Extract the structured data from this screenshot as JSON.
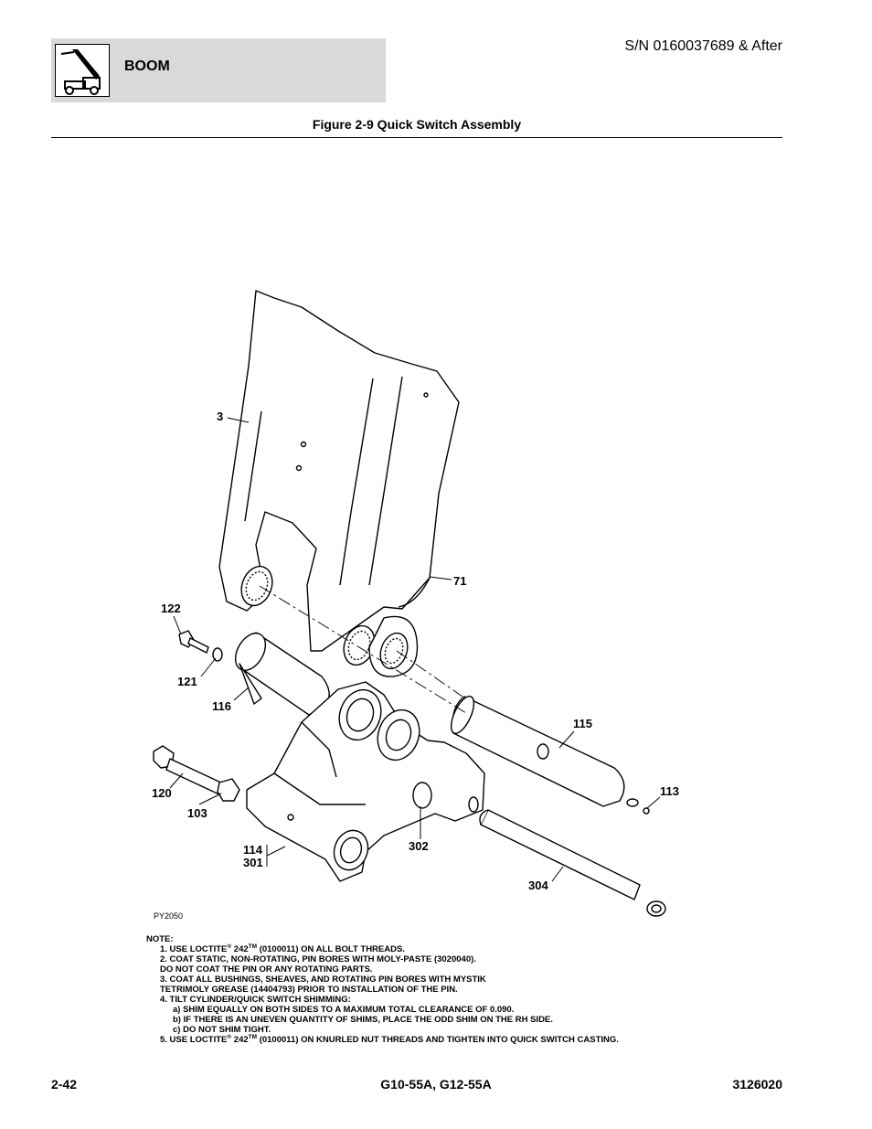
{
  "header": {
    "section_title": "BOOM",
    "serial": "S/N 0160037689 & After",
    "figure_title": "Figure 2-9 Quick Switch Assembly"
  },
  "icons": {
    "header_icon": "telehandler-boom-icon"
  },
  "callouts": {
    "c3": "3",
    "c71": "71",
    "c122": "122",
    "c121": "121",
    "c116": "116",
    "c115": "115",
    "c113": "113",
    "c120": "120",
    "c103": "103",
    "c114": "114",
    "c301": "301",
    "c302": "302",
    "c304": "304"
  },
  "drawing_code": "PY2050",
  "notes": {
    "heading": "NOTE:",
    "n1_a": "1. USE LOCTITE",
    "n1_sup1": "®",
    "n1_b": " 242",
    "n1_sup2": "TM",
    "n1_c": " (0100011) ON ALL BOLT THREADS.",
    "n2_l1": "2. COAT STATIC, NON-ROTATING, PIN BORES WITH MOLY-PASTE (3020040).",
    "n2_l2": "DO NOT COAT THE PIN OR ANY ROTATING PARTS.",
    "n3_l1": "3. COAT ALL BUSHINGS, SHEAVES, AND ROTATING PIN BORES WITH MYSTIK",
    "n3_l2": "TETRIMOLY GREASE (14404793) PRIOR TO INSTALLATION OF THE PIN.",
    "n4_l1": "4. TILT CYLINDER/QUICK SWITCH SHIMMING:",
    "n4_a": "a) SHIM EQUALLY ON BOTH SIDES TO A MAXIMUM TOTAL CLEARANCE OF 0.090.",
    "n4_b": "b) IF THERE IS AN UNEVEN QUANTITY OF SHIMS, PLACE THE ODD SHIM ON THE RH SIDE.",
    "n4_c": "c) DO NOT SHIM TIGHT.",
    "n5_a": "5.  USE LOCTITE",
    "n5_sup1": "®",
    "n5_b": " 242",
    "n5_sup2": "TM",
    "n5_c": " (0100011) ON KNURLED NUT THREADS AND TIGHTEN INTO QUICK SWITCH CASTING."
  },
  "footer": {
    "page": "2-42",
    "model": "G10-55A, G12-55A",
    "doc_number": "3126020"
  }
}
